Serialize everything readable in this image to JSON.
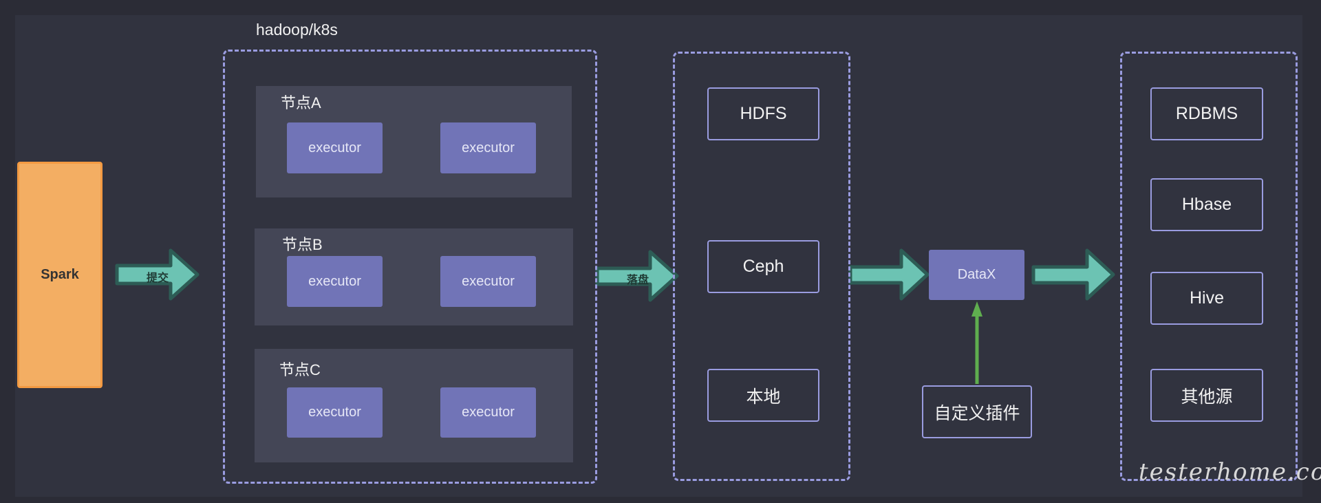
{
  "spark": {
    "label": "Spark"
  },
  "arrows": {
    "submit": "提交",
    "persist": "落盘"
  },
  "cluster": {
    "title": "hadoop/k8s",
    "nodes": [
      {
        "label": "节点A",
        "executors": [
          "executor",
          "executor"
        ]
      },
      {
        "label": "节点B",
        "executors": [
          "executor",
          "executor"
        ]
      },
      {
        "label": "节点C",
        "executors": [
          "executor",
          "executor"
        ]
      }
    ]
  },
  "storage": {
    "items": [
      "HDFS",
      "Ceph",
      "本地"
    ]
  },
  "datax": {
    "label": "DataX"
  },
  "plugin": {
    "label": "自定义插件"
  },
  "targets": {
    "items": [
      "RDBMS",
      "Hbase",
      "Hive",
      "其他源"
    ]
  },
  "watermark": "testerhome.com",
  "colors": {
    "background": "#31333f",
    "spark_fill": "#f3ae63",
    "executor_fill": "#7174b7",
    "arrow_fill": "#6cc3b3",
    "arrow_stroke": "#2d5c55",
    "plugin_arrow": "#5fae4f",
    "dashed_border": "#9a9ce0"
  }
}
